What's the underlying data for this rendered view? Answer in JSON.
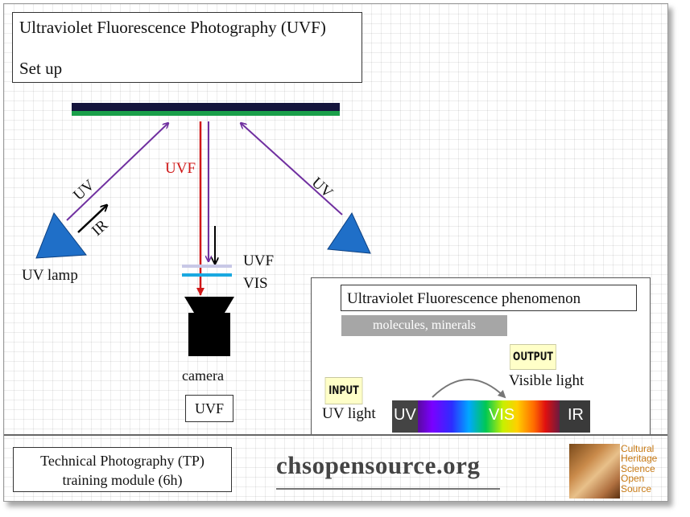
{
  "header": {
    "title": "Ultraviolet Fluorescence Photography (UVF)",
    "subtitle": "Set up"
  },
  "diagram": {
    "uv_left": "UV",
    "ir": "IR",
    "uv_right": "UV",
    "uvf_ray": "UVF",
    "uv_lamp": "UV lamp",
    "filter_uvf": "UVF",
    "filter_vis": "VIS",
    "camera": "camera",
    "camera_box": "UVF"
  },
  "inset": {
    "title": "Ultraviolet Fluorescence phenomenon",
    "molecules": "molecules, minerals",
    "input_tag": "INPUT",
    "input_label": "UV light",
    "output_tag": "OUTPUT",
    "output_label": "Visible light",
    "spectrum": {
      "uv": "UV",
      "vis": "VIS",
      "ir": "IR"
    }
  },
  "footer": {
    "module_line1": "Technical Photography (TP)",
    "module_line2": "training module (6h)",
    "site": "chsopensource.org",
    "logo_lines": [
      "Cultural",
      "Heritage",
      "Science",
      "Open",
      "Source"
    ]
  },
  "colors": {
    "object_dark": "#14143c",
    "object_green": "#1aa04a",
    "uv_ray": "#7030a0",
    "uvf_ray": "#d01818",
    "lamp": "#1f6fc8",
    "filter_uvf": "#c8c8e6",
    "filter_vis": "#1aa8e0"
  }
}
